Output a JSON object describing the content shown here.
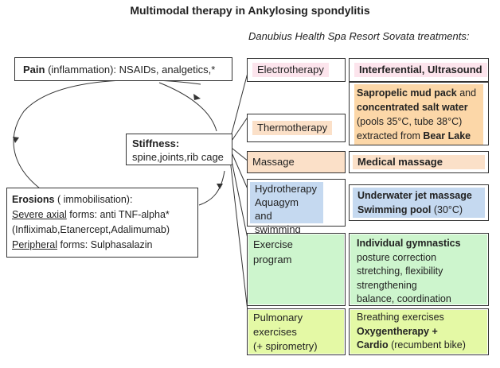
{
  "title": "Multimodal therapy in Ankylosing spondylitis",
  "subtitle": "Danubius Health Spa Resort Sovata treatments:",
  "colors": {
    "pink": "#fce4ec",
    "peach": "#fbe0c8",
    "orange": "#fcd7a8",
    "blue": "#c5d9f0",
    "green": "#cdf5cd",
    "lime": "#e4f9a5"
  },
  "pain": {
    "bold": "Pain",
    "rest": " (inflammation): NSAIDs, analgetics,*"
  },
  "stiffness": {
    "bold": "Stiffness:",
    "rest": "spine,joints,rib cage"
  },
  "erosions": {
    "bold": "Erosions",
    "rest": " ( immobilisation):",
    "axial_label": "Severe axial",
    "axial_rest": " forms: anti TNF-alpha*",
    "axial_drugs": "(Infliximab,Etanercept,Adalimumab)",
    "peripheral_label": "Peripheral",
    "peripheral_rest": " forms: Sulphasalazin"
  },
  "therapies": [
    {
      "label": "Electrotherapy"
    },
    {
      "label": "Thermotherapy"
    },
    {
      "label": "Massage"
    },
    {
      "label": "Hydrotherapy\nAquagym and\nswimming"
    },
    {
      "label": "Exercise\nprogram"
    },
    {
      "label": "Pulmonary\nexercises\n(+ spirometry)"
    }
  ],
  "treatments": {
    "electro": {
      "b1": "Interferential, Ultrasound"
    },
    "thermo": {
      "b1": "Sapropelic mud pack",
      "t1": " and",
      "b2": "concentrated salt water",
      "t2": "(pools 35°C, tube 38°C)",
      "t3": "extracted from ",
      "b3": "Bear Lake"
    },
    "massage": {
      "b1": "Medical massage"
    },
    "hydro": {
      "b1": "Underwater jet massage",
      "b2": "Swimming pool",
      "t1": " (30°C)"
    },
    "exercise": {
      "b1": "Individual gymnastics",
      "t1": "posture correction",
      "t2": "stretching, flexibility",
      "t3": "strengthening",
      "t4": "balance, coordination"
    },
    "pulmonary": {
      "t1": "Breathing exercises",
      "b1": "Oxygentherapy +",
      "b2": "Cardio",
      "t2": " (recumbent bike)"
    }
  }
}
